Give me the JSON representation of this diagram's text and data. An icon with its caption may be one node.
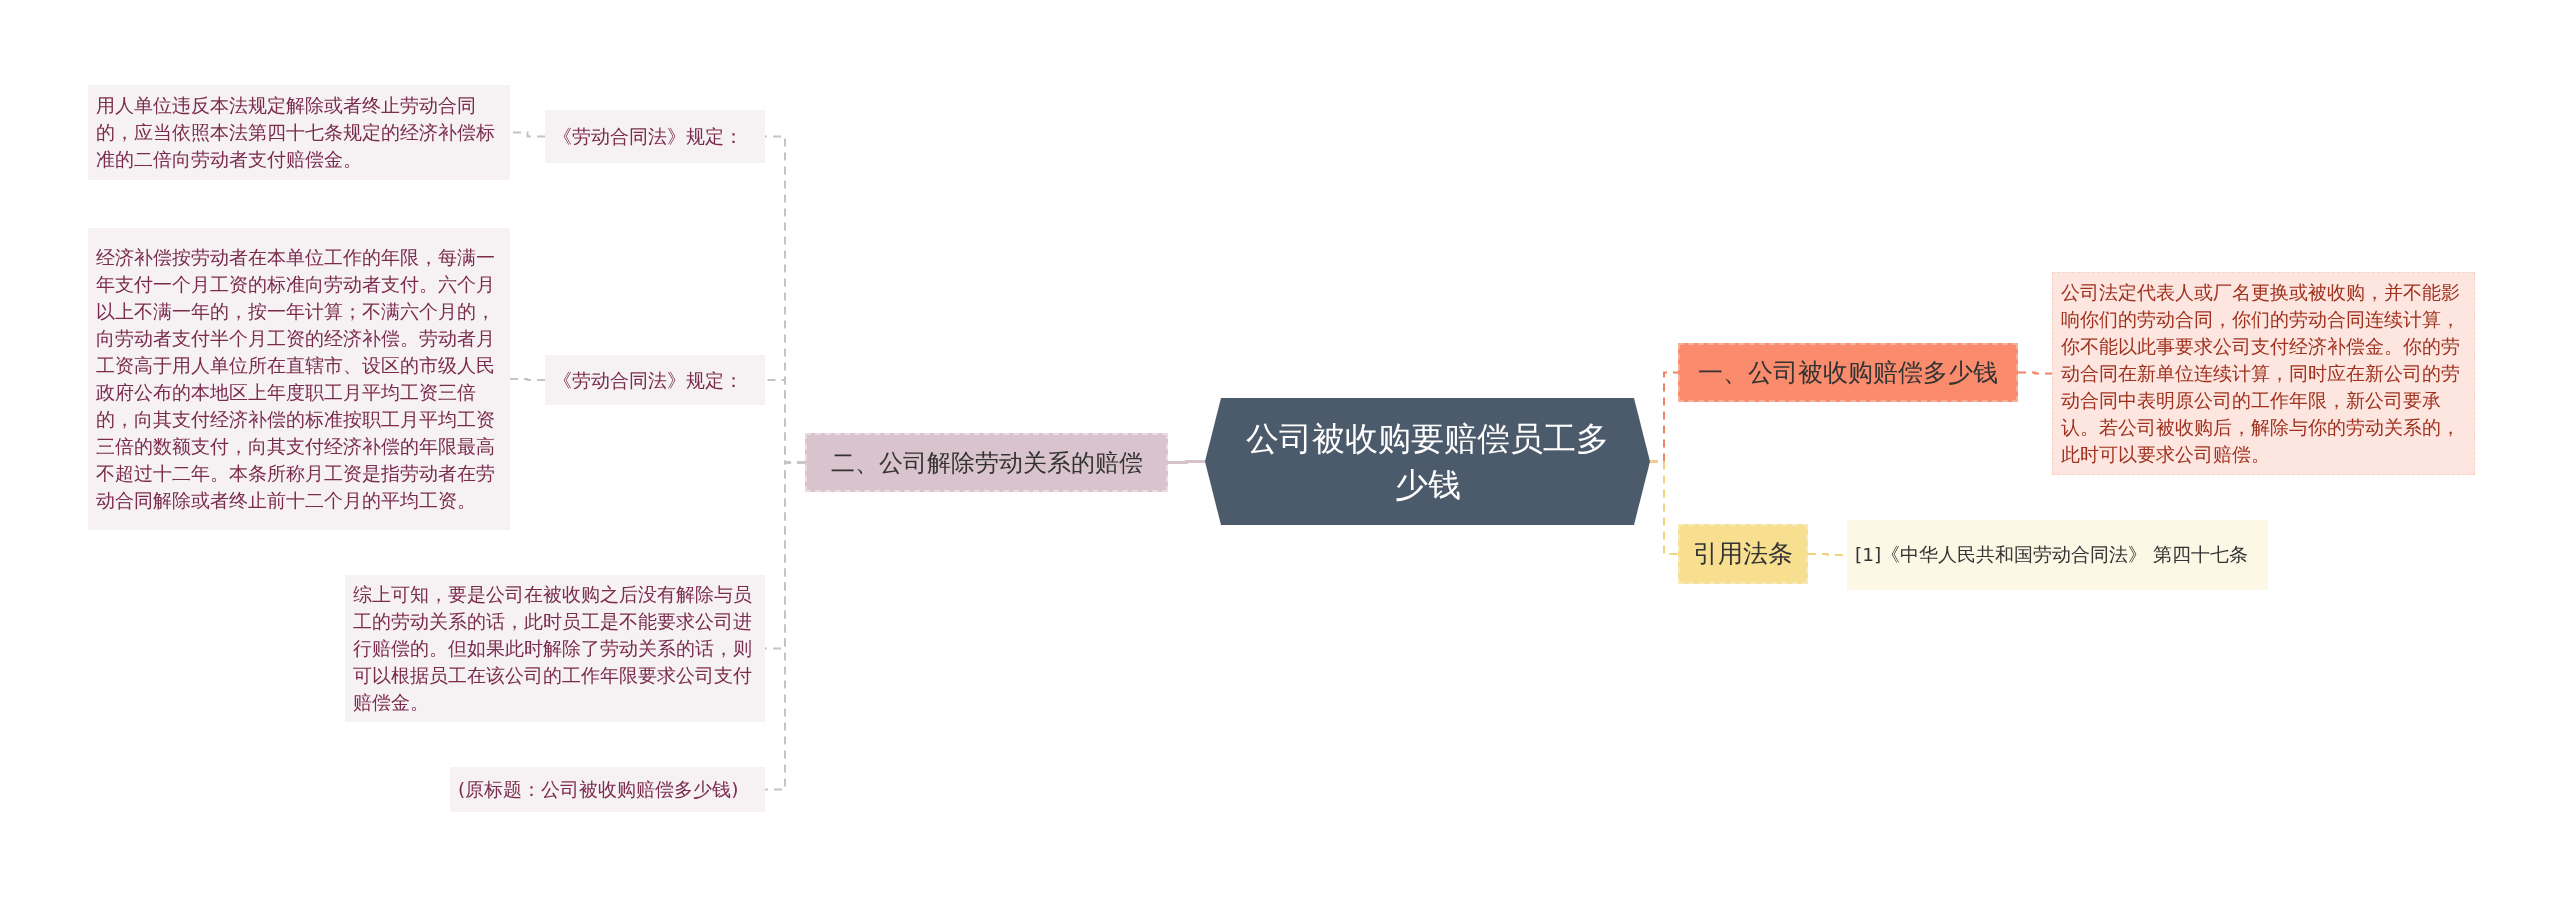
{
  "diagram": {
    "nodes": [
      {
        "text": [
          "公司被收购要赔偿员工多少钱"
        ]
      },
      {
        "text": [
          "一、公司被收购赔偿多少钱"
        ]
      },
      {
        "text": [
          "公司法定代表人或厂名更换或被收购，并不能影响你们的劳动合同，你们的劳动合同连续计算，你不能以此事要求公司支付经济补偿金。你的劳动合同在新单位连续计算，同时应在新公司的劳动合同中表明原公司的工作年限，新公司要承认。若公司被收购后，解除与你的劳动关系的，此时可以要求公司赔偿。"
        ]
      },
      {
        "text": [
          "引用法条"
        ]
      },
      {
        "text": [
          "[1]《中华人民共和国劳动合同法》 第四十七条"
        ]
      },
      {
        "text": [
          "二、公司解除劳动关系的赔偿"
        ]
      },
      {
        "text": [
          "《劳动合同法》规定："
        ]
      },
      {
        "text": [
          "用人单位违反本法规定解除或者终止劳动合同的，应当依照本法第四十七条规定的经济补偿标准的二倍向劳动者支付赔偿金。"
        ]
      },
      {
        "text": [
          "《劳动合同法》规定："
        ]
      },
      {
        "text": [
          "经济补偿按劳动者在本单位工作的年限，每满一年支付一个月工资的标准向劳动者支付。六个月以上不满一年的，按一年计算；不满六个月的，向劳动者支付半个月工资的经济补偿。劳动者月工资高于用人单位所在直辖市、设区的市级人民政府公布的本地区上年度职工月平均工资三倍的，向其支付经济补偿的标准按职工月平均工资三倍的数额支付，向其支付经济补偿的年限最高不超过十二年。本条所称月工资是指劳动者在劳动合同解除或者终止前十二个月的平均工资。"
        ]
      },
      {
        "text": [
          "综上可知，要是公司在被收购之后没有解除与员工的劳动关系的话，此时员工是不能要求公司进行赔偿的。但如果此时解除了劳动关系的话，则可以根据员工在该公司的工作年限要求公司支付赔偿金。"
        ]
      },
      {
        "text": [
          "(原标题：公司被收购赔偿多少钱)"
        ]
      }
    ],
    "edges": [
      {
        "from": 0,
        "to": 1,
        "arrow": "none",
        "style": "dashed",
        "color": "#ee8466"
      },
      {
        "from": 0,
        "to": 3,
        "arrow": "none",
        "style": "dashed",
        "color": "#f2d27c"
      },
      {
        "from": 0,
        "to": 5,
        "arrow": "none",
        "color": "#d5c2cc"
      },
      {
        "from": 1,
        "to": 2,
        "arrow": "none",
        "style": "dashed",
        "color": "#ee8466"
      },
      {
        "from": 3,
        "to": 4,
        "arrow": "none",
        "style": "dashed",
        "color": "#f2d27c"
      },
      {
        "from": 5,
        "to": 6,
        "arrow": "none",
        "style": "dashed"
      },
      {
        "from": 6,
        "to": 7,
        "arrow": "none",
        "style": "dashed"
      },
      {
        "from": 5,
        "to": 8,
        "arrow": "none",
        "style": "dashed"
      },
      {
        "from": 8,
        "to": 9,
        "arrow": "none",
        "style": "dashed"
      },
      {
        "from": 5,
        "to": 10,
        "arrow": "none",
        "style": "dashed"
      },
      {
        "from": 5,
        "to": 11,
        "arrow": "none",
        "style": "dashed"
      }
    ]
  }
}
